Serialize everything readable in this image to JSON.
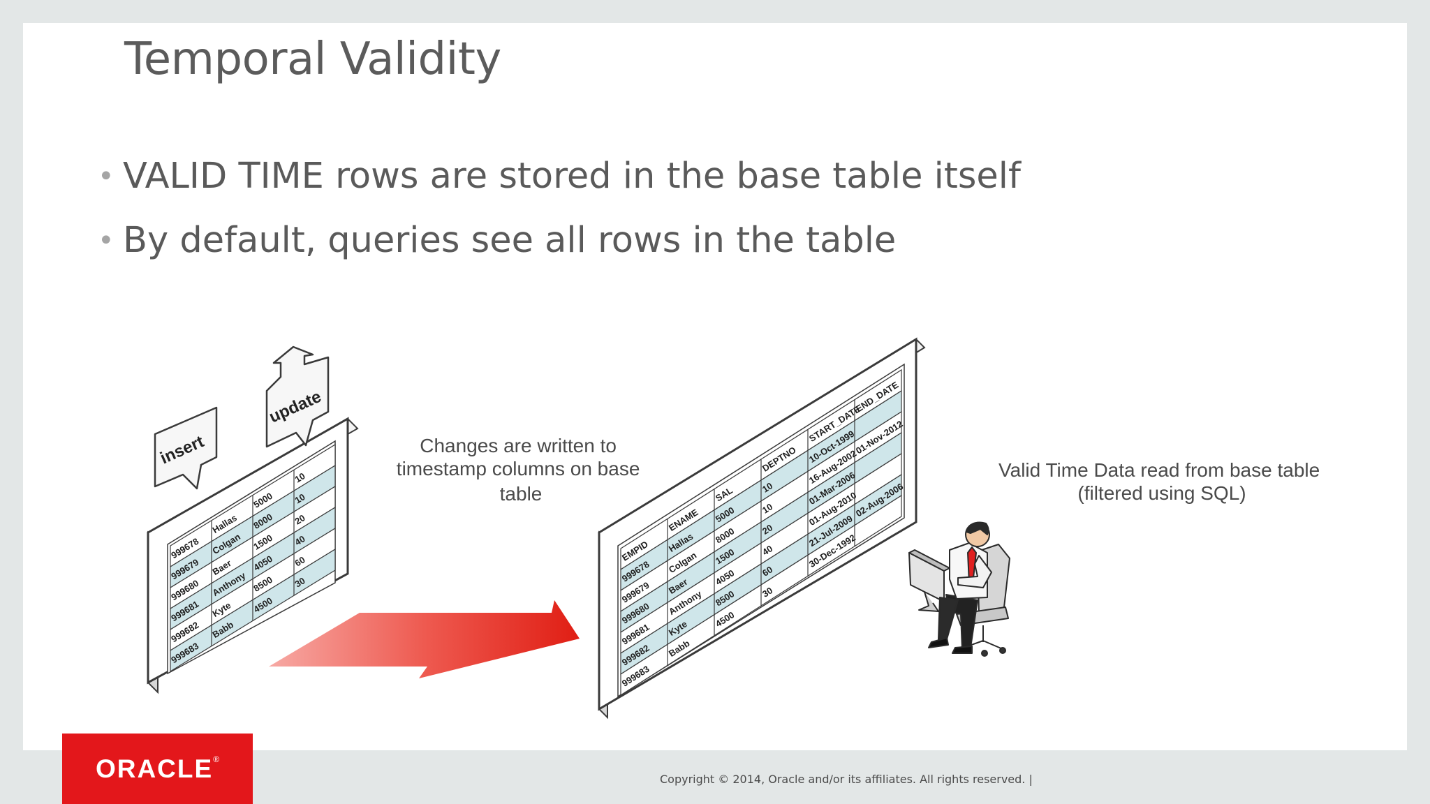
{
  "slide": {
    "title": "Temporal Validity",
    "bullets": [
      "VALID TIME rows are stored in the base table itself",
      "By default, queries see all rows in the table"
    ],
    "bullet_glyph": "•"
  },
  "diagram": {
    "insert_label": "insert",
    "update_label": "update",
    "changes_caption": [
      "Changes are written to",
      "timestamp columns on base",
      "table"
    ],
    "read_caption": [
      "Valid Time Data read from base table",
      "(filtered using SQL)"
    ],
    "small_table": {
      "rows": [
        [
          "999678",
          "Hallas",
          "5000",
          "10"
        ],
        [
          "999679",
          "Colgan",
          "8000",
          "10"
        ],
        [
          "999680",
          "Baer",
          "1500",
          "20"
        ],
        [
          "999681",
          "Anthony",
          "4050",
          "40"
        ],
        [
          "999682",
          "Kyte",
          "8500",
          "60"
        ],
        [
          "999683",
          "Babb",
          "4500",
          "30"
        ]
      ]
    },
    "big_table": {
      "headers": [
        "EMPID",
        "ENAME",
        "SAL",
        "DEPTNO",
        "START_DATE",
        "END_DATE"
      ],
      "rows": [
        [
          "999678",
          "Hallas",
          "5000",
          "10",
          "10-Oct-1999",
          ""
        ],
        [
          "999679",
          "Colgan",
          "8000",
          "10",
          "16-Aug-2002",
          "01-Nov-2012"
        ],
        [
          "999680",
          "Baer",
          "1500",
          "20",
          "01-Mar-2006",
          ""
        ],
        [
          "999681",
          "Anthony",
          "4050",
          "40",
          "01-Aug-2010",
          ""
        ],
        [
          "999682",
          "Kyte",
          "8500",
          "60",
          "21-Jul-2009",
          "02-Aug-2006"
        ],
        [
          "999683",
          "Babb",
          "4500",
          "30",
          "30-Dec-1992",
          ""
        ]
      ]
    },
    "colors": {
      "arrow": "#e8241c",
      "row_alt": "#cfe6ea",
      "frame": "#3a3a3a"
    }
  },
  "footer": {
    "logo": "ORACLE",
    "logo_mark": "®",
    "copyright": "Copyright © 2014, Oracle and/or its affiliates. All rights reserved.  |"
  }
}
